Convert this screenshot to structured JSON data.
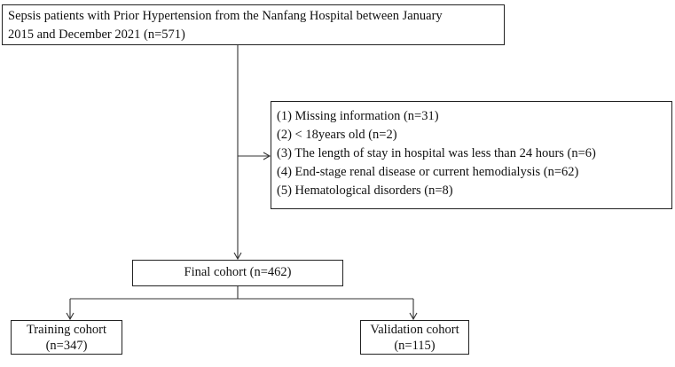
{
  "source_box": {
    "line1": "Sepsis patients with Prior Hypertension from the Nanfang Hospital between January",
    "line2": "2015 and December 2021 (n=571)"
  },
  "exclusion_box": {
    "items": [
      "(1) Missing information (n=31)",
      "(2)  < 18years old (n=2)",
      "(3) The length of stay in hospital was less than 24 hours (n=6)",
      "(4) End-stage renal disease or current hemodialysis (n=62)",
      "(5) Hematological disorders (n=8)"
    ]
  },
  "final_box": {
    "label": "Final cohort (n=462)"
  },
  "training_box": {
    "line1": "Training cohort",
    "line2": "(n=347)"
  },
  "validation_box": {
    "line1": "Validation cohort",
    "line2": "(n=115)"
  }
}
